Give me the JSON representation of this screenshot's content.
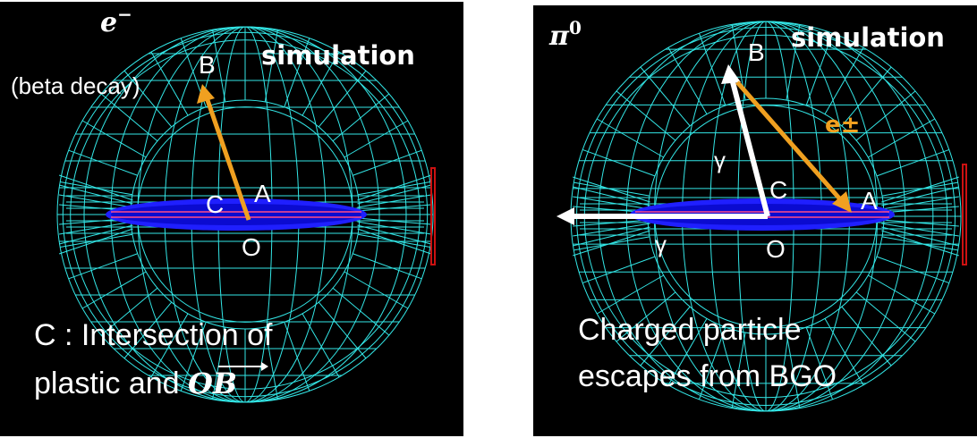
{
  "left": {
    "particle": "e",
    "particle_sup": "−",
    "note": "(beta decay)",
    "sim_label": "simulation",
    "point_labels": {
      "B": "B",
      "C": "C",
      "A": "A",
      "O": "O"
    },
    "caption_line1": "C : Intersection of",
    "caption_line2_prefix": "plastic and ",
    "caption_vector": "OB"
  },
  "right": {
    "particle": "π",
    "particle_sup": "0",
    "sim_label": "simulation",
    "point_labels": {
      "B": "B",
      "C": "C",
      "A": "A",
      "O": "O"
    },
    "gamma1": "γ",
    "gamma2": "γ",
    "e_label": "e±",
    "caption_line1": "Charged particle",
    "caption_line2": "escapes from BGO"
  },
  "colors": {
    "background": "#000000",
    "wireframe": "#33e6e6",
    "plastic": "#1a1aff",
    "arrow_orange": "#f0a020",
    "arrow_white": "#ffffff",
    "orange_text": "#f0a020",
    "red_bar": "#cc1111"
  }
}
